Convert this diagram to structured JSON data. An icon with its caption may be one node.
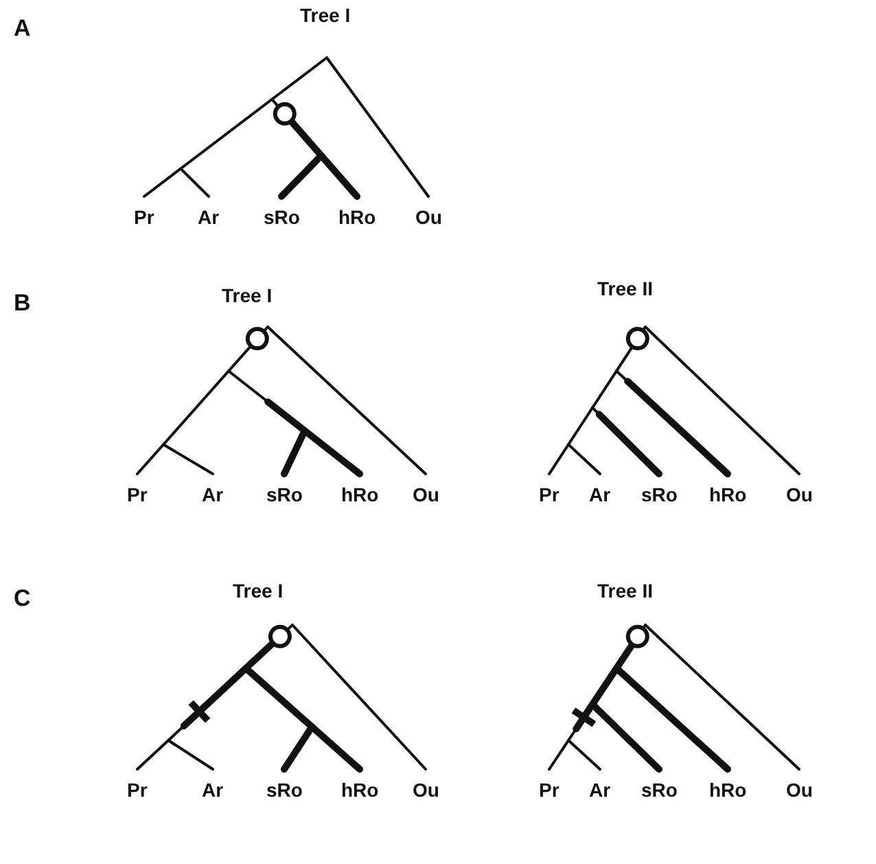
{
  "diagram": {
    "labels": [
      "A",
      "Tree I",
      "Pr",
      "Ar",
      "sRo",
      "hRo",
      "Ou",
      "B",
      "Tree I",
      "Tree II",
      "Pr",
      "Ar",
      "sRo",
      "hRo",
      "Ou",
      "Pr",
      "Ar",
      "sRo",
      "hRo",
      "Ou",
      "C",
      "Tree I",
      "Tree II",
      "Pr",
      "Ar",
      "sRo",
      "hRo",
      "Ou",
      "Pr",
      "Ar",
      "sRo",
      "hRo",
      "Ou"
    ]
  }
}
